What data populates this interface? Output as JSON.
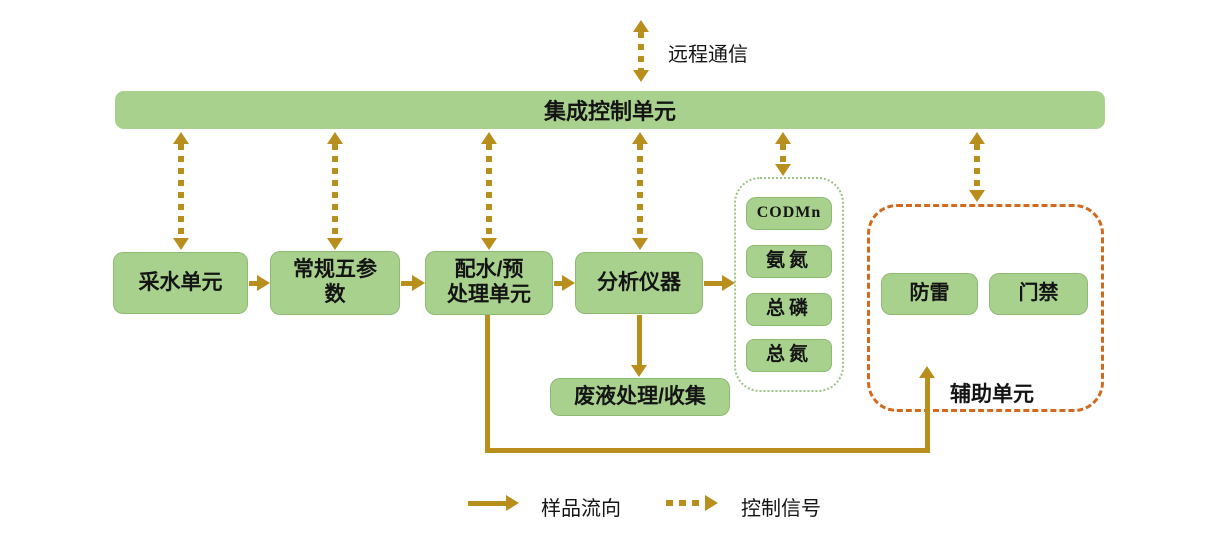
{
  "diagram": {
    "remote_comm_label": "远程通信",
    "control_bar_label": "集成控制单元",
    "nodes": {
      "water_intake": "采水单元",
      "five_params": "常规五参\n数",
      "pretreatment": "配水/预\n处理单元",
      "analyzer": "分析仪器",
      "waste": "废液处理/收集"
    },
    "analyzers": [
      "CODMn",
      "氨氮",
      "总磷",
      "总氮"
    ],
    "aux": {
      "title": "辅助单元",
      "items": [
        "防雷",
        "门禁"
      ]
    },
    "legend": {
      "sample_flow": "样品流向",
      "control_signal": "控制信号"
    },
    "colors": {
      "box_green": "#a9d18e",
      "arrow_gold": "#b88e1c",
      "aux_orange": "#d2691e"
    }
  }
}
